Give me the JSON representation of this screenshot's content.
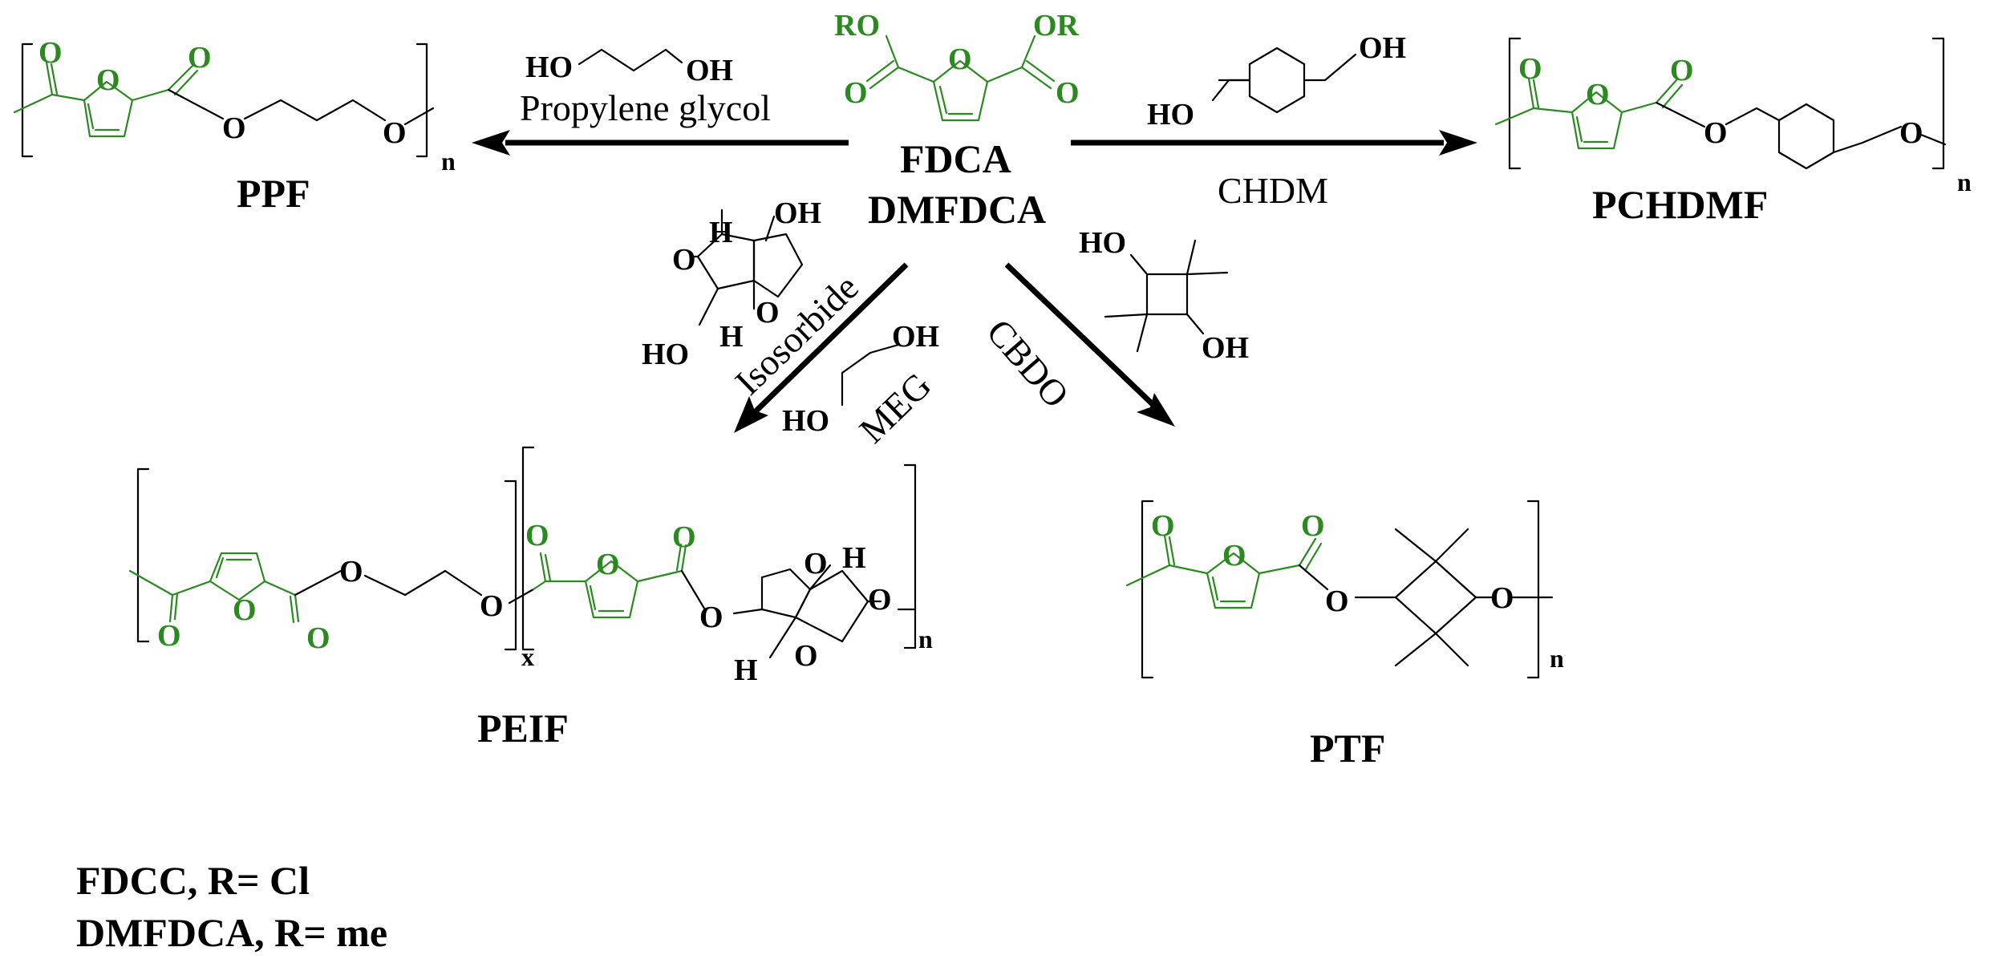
{
  "colors": {
    "furan": "#2a8a1f",
    "ink": "#000000"
  },
  "reagents": {
    "propylene_glycol": "Propylene glycol",
    "chdm": "CHDM",
    "isosorbide": "Isosorbide",
    "meg": "MEG",
    "cbdo": "CBDO"
  },
  "products": {
    "ppf": "PPF",
    "pchdmf": "PCHDMF",
    "peif": "PEIF",
    "ptf": "PTF"
  },
  "center": {
    "line1": "FDCA",
    "line2": "DMFDCA"
  },
  "legend": {
    "line1": "FDCC, R= Cl",
    "line2": "DMFDCA, R= me"
  },
  "labels": {
    "o": "O",
    "oh": "OH",
    "ho": "HO",
    "h": "H",
    "ro": "RO",
    "or": "OR",
    "n": "n",
    "x": "x"
  }
}
